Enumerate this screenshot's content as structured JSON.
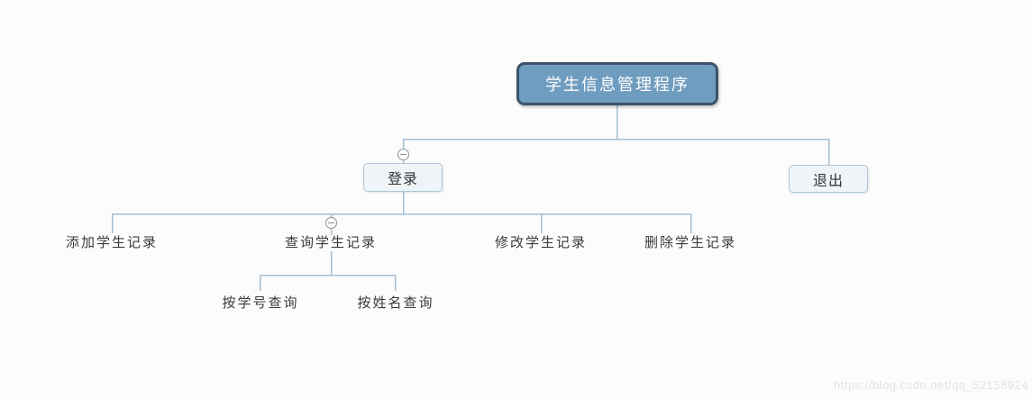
{
  "tree": {
    "label": "学生信息管理程序",
    "children": [
      {
        "label": "登录",
        "collapsible": true,
        "children": [
          {
            "label": "添加学生记录"
          },
          {
            "label": "查询学生记录",
            "collapsible": true,
            "children": [
              {
                "label": "按学号查询"
              },
              {
                "label": "按姓名查询"
              }
            ]
          },
          {
            "label": "修改学生记录"
          },
          {
            "label": "删除学生记录"
          }
        ]
      },
      {
        "label": "退出"
      }
    ]
  },
  "icons": {
    "collapse": "minus-circle"
  },
  "watermark": {
    "text": "https://blog.csdn.net/qq_52158924"
  },
  "colors": {
    "root_fill": "#6f9dbf",
    "root_border": "#3c536b",
    "root_text": "#ffffff",
    "node_fill": "#eff4f8",
    "node_border": "#b0c6d6",
    "node_text": "#333333",
    "label_text": "#3a3a3a",
    "connector": "#a4bed2",
    "collapse_stroke": "#8f8f8f",
    "watermark_text": "#e3e3e3",
    "background": "#fcfcfc"
  }
}
